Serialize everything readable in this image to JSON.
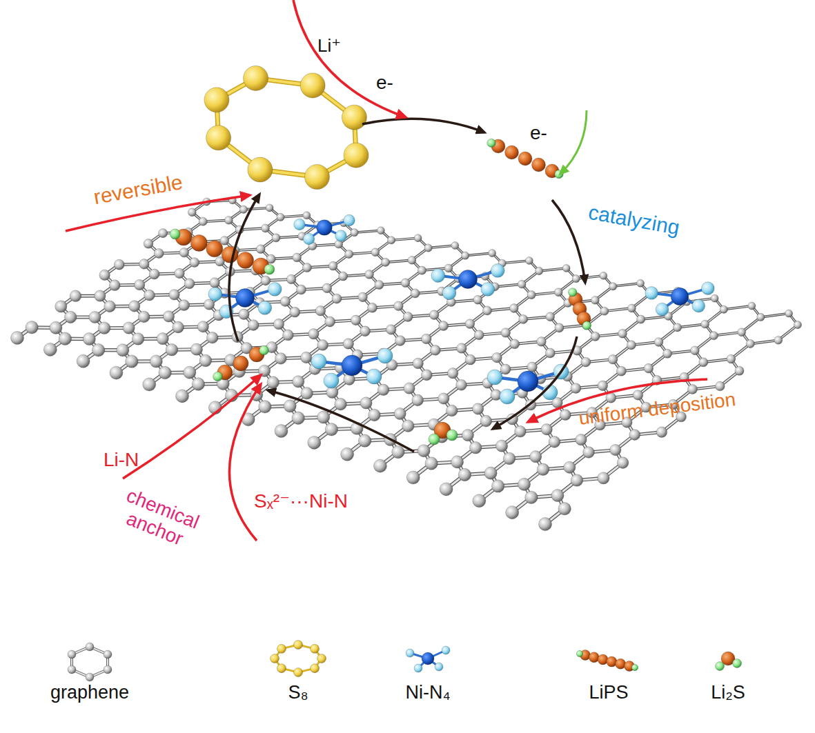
{
  "diagram": {
    "labels": [
      "Li⁺",
      "e-",
      "e-",
      "reversible",
      "catalyzing",
      "uniform deposition",
      "Li-N",
      "Sₓ²⁻···Ni-N",
      "chemical anchor"
    ],
    "legend": [
      {
        "text": "graphene"
      },
      {
        "text": "S₈"
      },
      {
        "text": "Ni-N₄"
      },
      {
        "text": "LiPS"
      },
      {
        "text": "Li₂S"
      }
    ]
  }
}
